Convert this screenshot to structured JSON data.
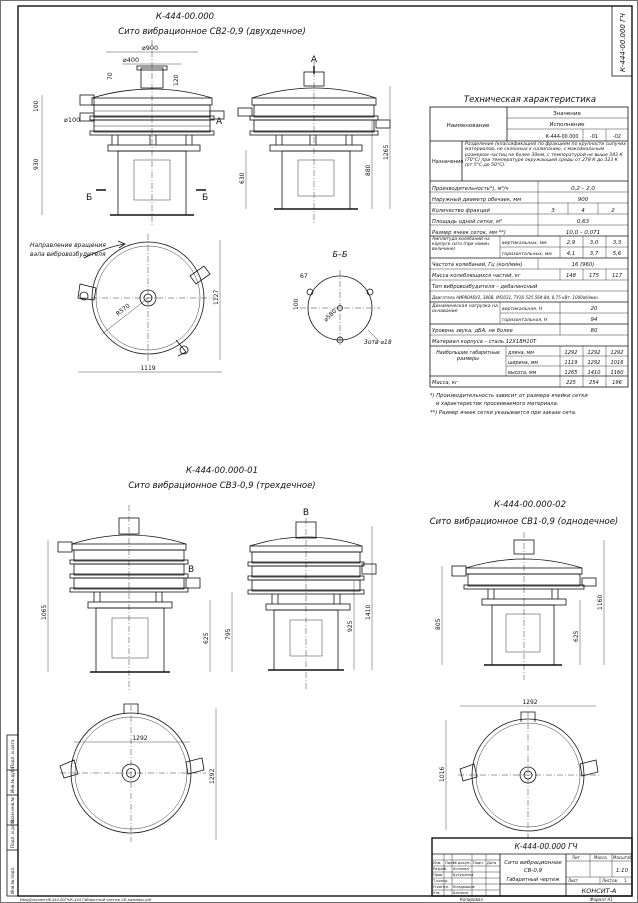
{
  "sheet": {
    "stamp_top": "К-444-00.000 ГЧ",
    "bottom_left_note": "Имя/Документ/K-444-00ГЧ/К-444 Габаритный чертеж СВ размеры.pdf",
    "bottom_copy": "Копировал",
    "bottom_format": "Формат А1"
  },
  "view1": {
    "code": "К-444-00.000",
    "title": "Сито вибрационное СВ2-0,9 (двухдечное)",
    "section_a": "А",
    "section_b": "Б",
    "d900": "⌀900",
    "d400": "⌀400",
    "d100": "⌀100",
    "dim70": "70",
    "dim120": "120",
    "dim930": "930",
    "dim630": "630",
    "dim880": "880",
    "dim1265": "1265",
    "dim1119": "1119",
    "dim1127": "1127",
    "r570": "R570",
    "rotation_note_1": "Направление вращения",
    "rotation_note_2": "вала вибровозбудителя",
    "bb": "Б–Б",
    "dim67": "67",
    "dim100": "100",
    "d580": "⌀580",
    "holes": "3отв ⌀18"
  },
  "table": {
    "caption": "Техническая характеристика",
    "head_name": "Наименование",
    "head_value": "Значение",
    "head_version": "Исполнение",
    "head_codes": [
      "К-444-00.000",
      "-01",
      "-02"
    ],
    "purpose_label": "Назначение",
    "purpose_text": [
      "Разделение (классификация) по фракциям по крупности сыпучих материалов, не склонных к налипанию, с максимальным размером частиц не более 30мм, с температурой не выше 343 К (70°С) при температуре окружающей среды от 278 К до 323 К (от 5°С до 50°С)."
    ],
    "rows": [
      {
        "label": "Производительность*), м³/ч",
        "value": "0,2 – 2,0"
      },
      {
        "label": "Наружный диаметр обечаек, мм",
        "value": "900"
      },
      {
        "label": "Количество фракций",
        "v1": "3",
        "v2": "4",
        "v3": "2"
      },
      {
        "label": "Площадь одной сетки, м²",
        "value": "0,63"
      },
      {
        "label": "Размер ячеек сеток, мм **)",
        "value": "10,0 – 0,071"
      }
    ],
    "amp_label": "Амплитуда колебаний на корпусе сита (при номин. величине)",
    "amp_v_label": "вертикальных, мм",
    "amp_v": [
      "2,9",
      "3,0",
      "3,3"
    ],
    "amp_h_label": "горизонтальных, мм",
    "amp_h": [
      "4,1",
      "3,7",
      "5,6"
    ],
    "freq_label": "Частота колебаний, Гц (кол/мин)",
    "freq_value": "16 (960)",
    "mass_label": "Масса колеблющихся частей, кг",
    "mass_values": [
      "148",
      "175",
      "117"
    ],
    "drive_label": "Тип вибровозбудителя – дебалансный",
    "motor_label": "Двигатель АИР80А6У2, 380В, IM1031, ТУ16-525.564-84, 0,75 кВт, 1000об/мин.",
    "dyn_label": "Динамическая нагрузка на основание",
    "dyn_v_label": "вертикальная, Н",
    "dyn_v": "20",
    "dyn_h_label": "горизонтальная, Н",
    "dyn_h": "94",
    "noise_label": "Уровень звука, дБА, не более",
    "noise_value": "80",
    "material_label": "Материал корпуса – сталь 12Х18Н10Т",
    "size_label": "Наибольшие габаритные размеры",
    "size_h_label": "длина, мм",
    "size_h": [
      "1292",
      "1292",
      "1292"
    ],
    "size_w_label": "ширина, мм",
    "size_w": [
      "1119",
      "1292",
      "1016"
    ],
    "size_t_label": "высота, мм",
    "size_t": [
      "1265",
      "1410",
      "1160"
    ],
    "weight_label": "Масса, кг",
    "weight": [
      "225",
      "254",
      "196"
    ],
    "note1": "*) Производительность зависит от размера ячейки сетки",
    "note1b": "и характеристик просеиваемого материала.",
    "note2": "**) Размер ячеек сетки указывается при заказе сита."
  },
  "view2": {
    "code": "К-444-00.000-01",
    "title": "Сито вибрационное СВ3-0,9 (трехдечное)",
    "section_b": "В",
    "dim1065": "1065",
    "dim795": "795",
    "dim625": "625",
    "dim925": "925",
    "dim1410": "1410",
    "dim1292": "1292",
    "dim1292v": "1292"
  },
  "view3": {
    "code": "К-444-00.000-02",
    "title": "Сито вибрационное СВ1-0,9 (однодечное)",
    "dim805": "805",
    "dim625": "625",
    "dim1160": "1160",
    "dim1292": "1292",
    "dim1016": "1016"
  },
  "title_block": {
    "code": "К-444-00.000 ГЧ",
    "name1": "Сито вибрационное",
    "name2": "СВ-0,9",
    "name3": "Габаритный чертеж",
    "lit": "Лит.",
    "mass": "Масса",
    "scale": "Масштаб",
    "scale_value": "1:10",
    "sheet": "Лист",
    "sheets": "Листов",
    "sheets_value": "1",
    "org": "КОНСИТ-А",
    "rows": [
      "Изм.",
      "Лист",
      "№ докум.",
      "Подп.",
      "Дата"
    ],
    "people": [
      {
        "role": "Разраб.",
        "name": "Кочнева"
      },
      {
        "role": "Пров.",
        "name": "Бутурлина"
      },
      {
        "role": "Т.контр.",
        "name": ""
      },
      {
        "role": "Н.контр.",
        "name": "Кондрашов"
      },
      {
        "role": "Утв.",
        "name": "Базанов"
      }
    ]
  },
  "side_strip": {
    "cells": [
      "Инв.№ подл.",
      "Подп. и дата",
      "Взам.инв.№",
      "Инв.№ дубл.",
      "Подп. и дата"
    ]
  }
}
